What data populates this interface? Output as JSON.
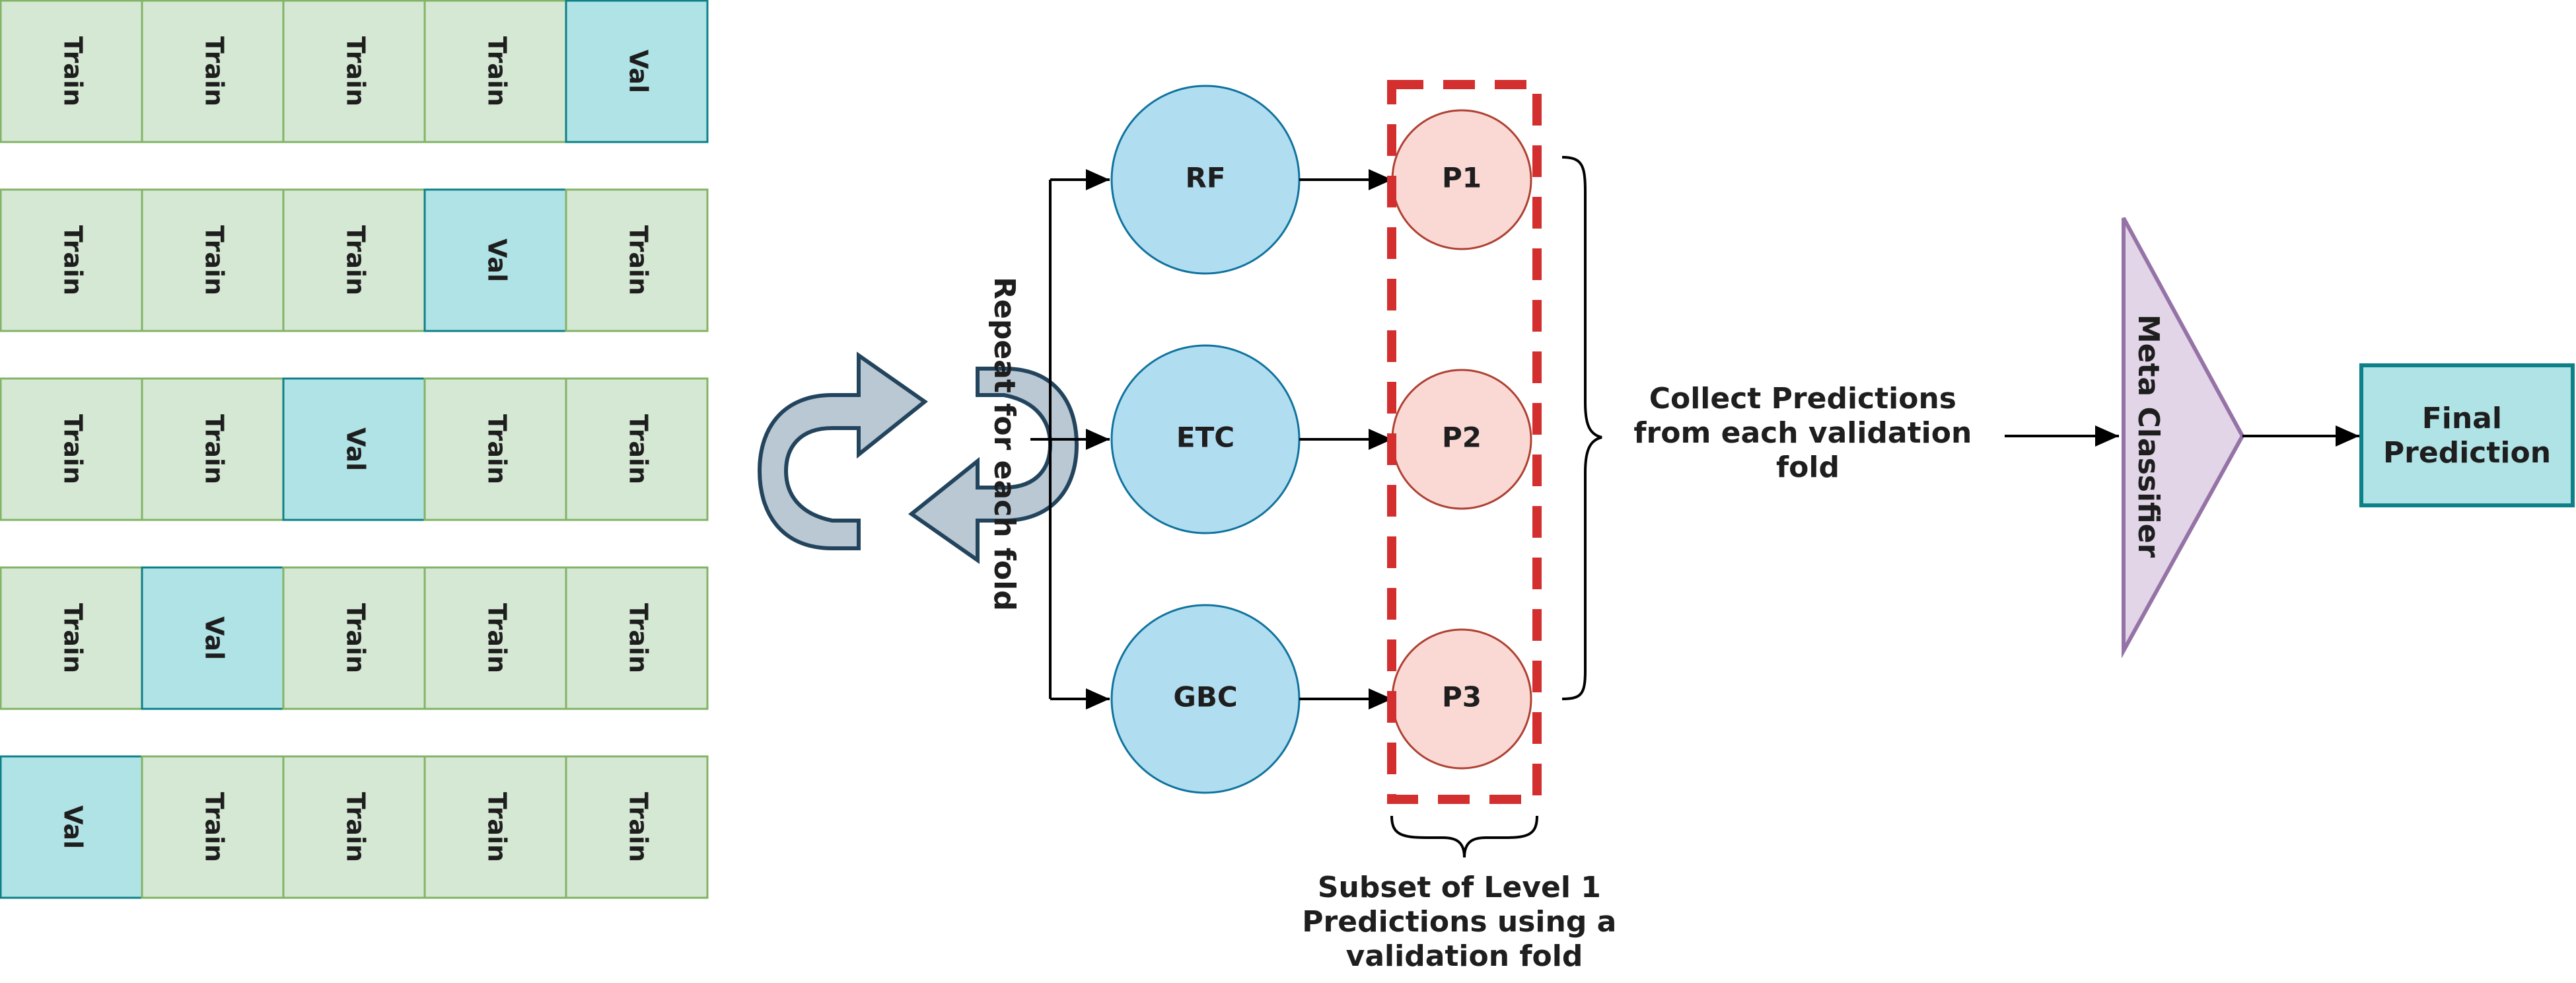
{
  "folds": [
    [
      "Train",
      "Train",
      "Train",
      "Train",
      "Val"
    ],
    [
      "Train",
      "Train",
      "Train",
      "Val",
      "Train"
    ],
    [
      "Train",
      "Train",
      "Val",
      "Train",
      "Train"
    ],
    [
      "Train",
      "Val",
      "Train",
      "Train",
      "Train"
    ],
    [
      "Val",
      "Train",
      "Train",
      "Train",
      "Train"
    ]
  ],
  "repeat_label": "Repeat for each fold",
  "models": [
    "RF",
    "ETC",
    "GBC"
  ],
  "predictions": [
    "P1",
    "P2",
    "P3"
  ],
  "collect_label": [
    "Collect Predictions",
    "from each validation",
    "fold"
  ],
  "subset_label": [
    "Subset of Level 1",
    "Predictions using a",
    "validation fold"
  ],
  "meta_label": "Meta Classifier",
  "final_label": [
    "Final",
    "Prediction"
  ],
  "colors": {
    "train_fill": "#d5e8d4",
    "train_stroke": "#82b366",
    "val_fill": "#b0e3e6",
    "val_stroke": "#0e8088",
    "model_fill": "#b1ddf0",
    "pred_fill": "#fad9d5",
    "subset_border": "#d32f2f",
    "meta_fill": "#e1d5e7",
    "meta_stroke": "#9673a6",
    "cycle_fill": "#bac8d3",
    "cycle_stroke": "#23445d"
  }
}
